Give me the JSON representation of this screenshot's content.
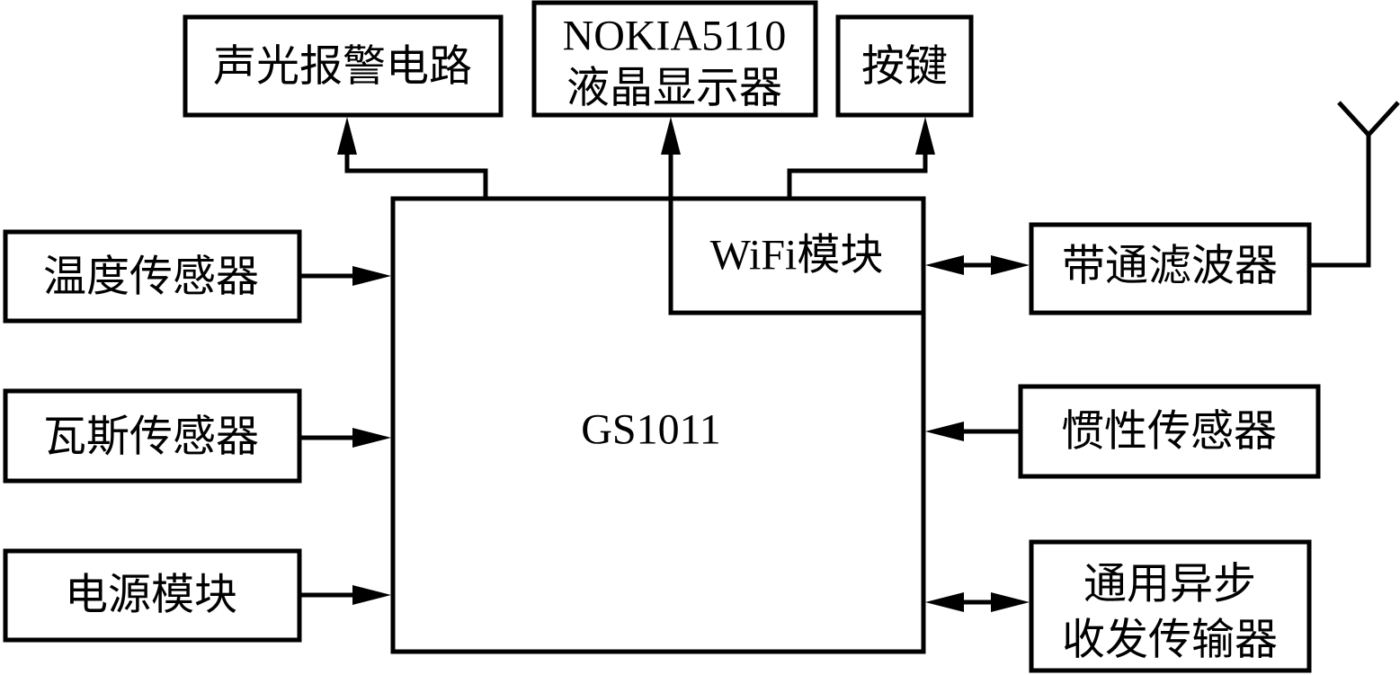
{
  "blocks": {
    "alarm": "声光报警电路",
    "lcd_line1": "NOKIA5110",
    "lcd_line2": "液晶显示器",
    "keys": "按键",
    "mcu": "GS1011",
    "wifi": "WiFi模块",
    "bandpass": "带通滤波器",
    "temp_sensor": "温度传感器",
    "gas_sensor": "瓦斯传感器",
    "power": "电源模块",
    "inertial_sensor": "惯性传感器",
    "uart_line1": "通用异步",
    "uart_line2": "收发传输器"
  },
  "colors": {
    "stroke": "#000000",
    "background": "#ffffff"
  }
}
